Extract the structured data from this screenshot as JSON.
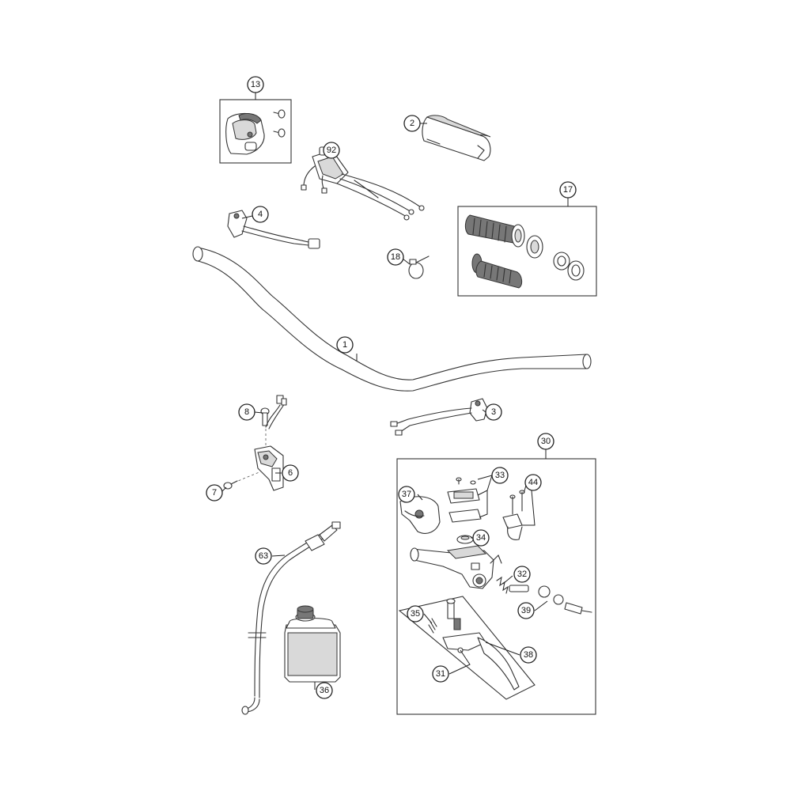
{
  "diagram": {
    "callouts": [
      "13",
      "2",
      "92",
      "17",
      "4",
      "18",
      "1",
      "8",
      "3",
      "30",
      "6",
      "7",
      "33",
      "44",
      "37",
      "34",
      "63",
      "32",
      "39",
      "35",
      "38",
      "31",
      "36"
    ]
  }
}
